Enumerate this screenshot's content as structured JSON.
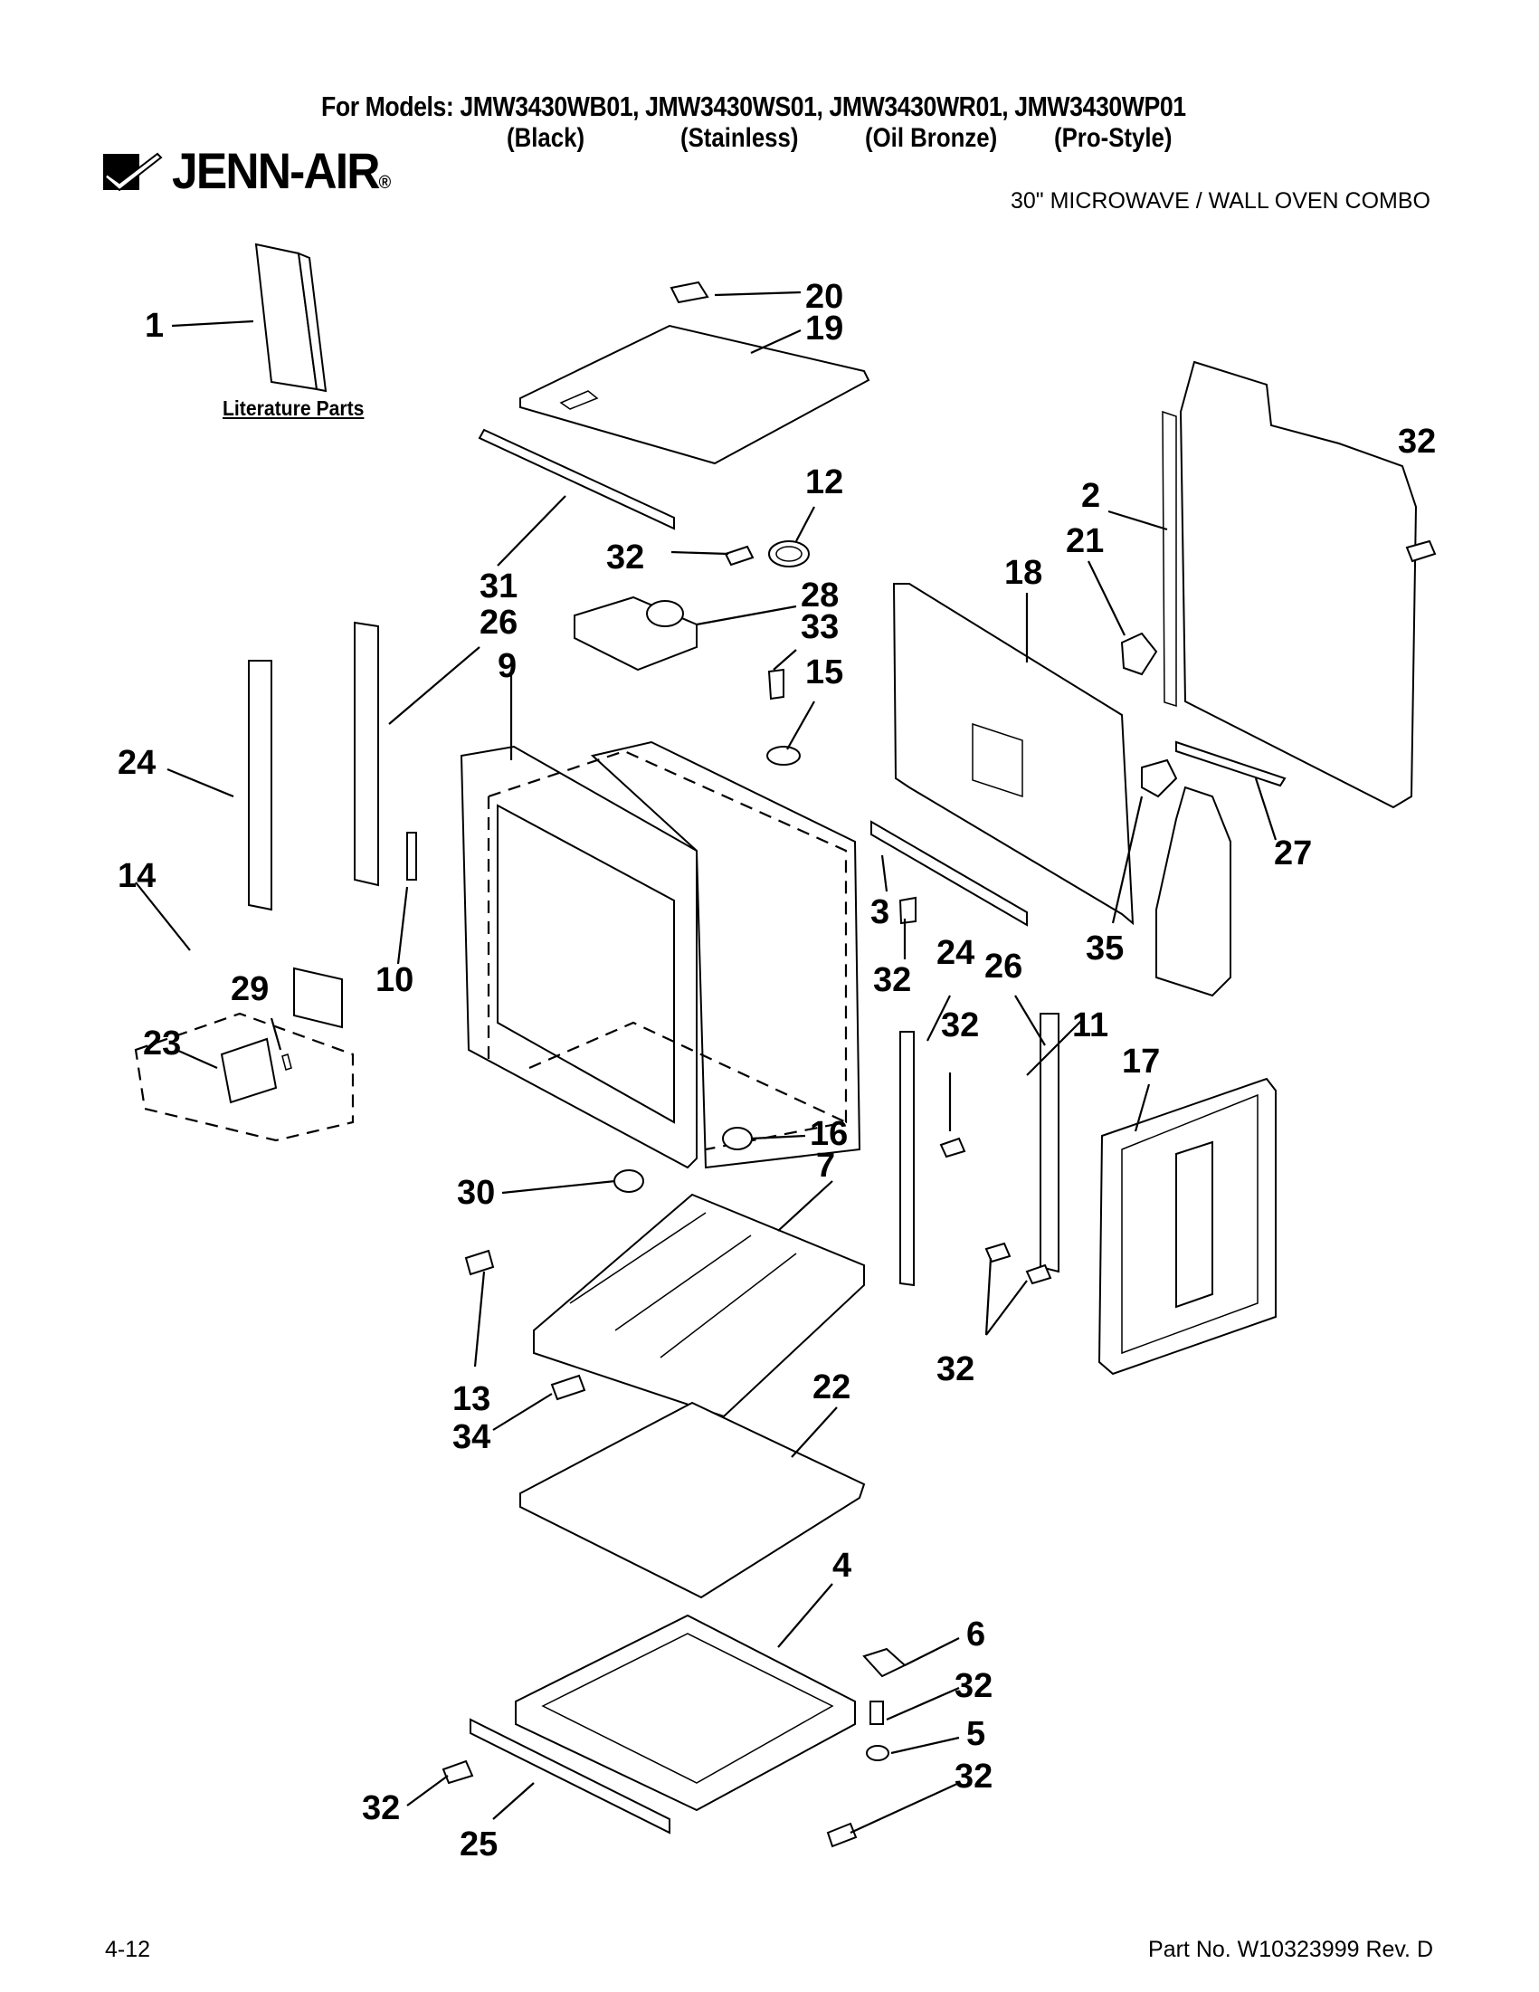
{
  "header": {
    "models_line": "For Models: JMW3430WB01, JMW3430WS01, JMW3430WR01, JMW3430WP01",
    "finishes": [
      "(Black)",
      "(Stainless)",
      "(Oil Bronze)",
      "(Pro-Style)"
    ]
  },
  "brand": {
    "name": "JENN-AIR",
    "registered": "®"
  },
  "subtitle": "30\" MICROWAVE / WALL OVEN COMBO",
  "literature_label": "Literature Parts",
  "footer": {
    "page": "4-12",
    "part_no": "Part No. W10323999 Rev. D"
  },
  "callouts": [
    "1",
    "20",
    "19",
    "32",
    "2",
    "12",
    "21",
    "18",
    "32",
    "31",
    "28",
    "26",
    "33",
    "9",
    "15",
    "24",
    "27",
    "14",
    "3",
    "35",
    "29",
    "10",
    "32",
    "24",
    "26",
    "23",
    "32",
    "11",
    "17",
    "16",
    "30",
    "7",
    "32",
    "13",
    "22",
    "34",
    "4",
    "6",
    "32",
    "5",
    "32",
    "32",
    "25"
  ]
}
